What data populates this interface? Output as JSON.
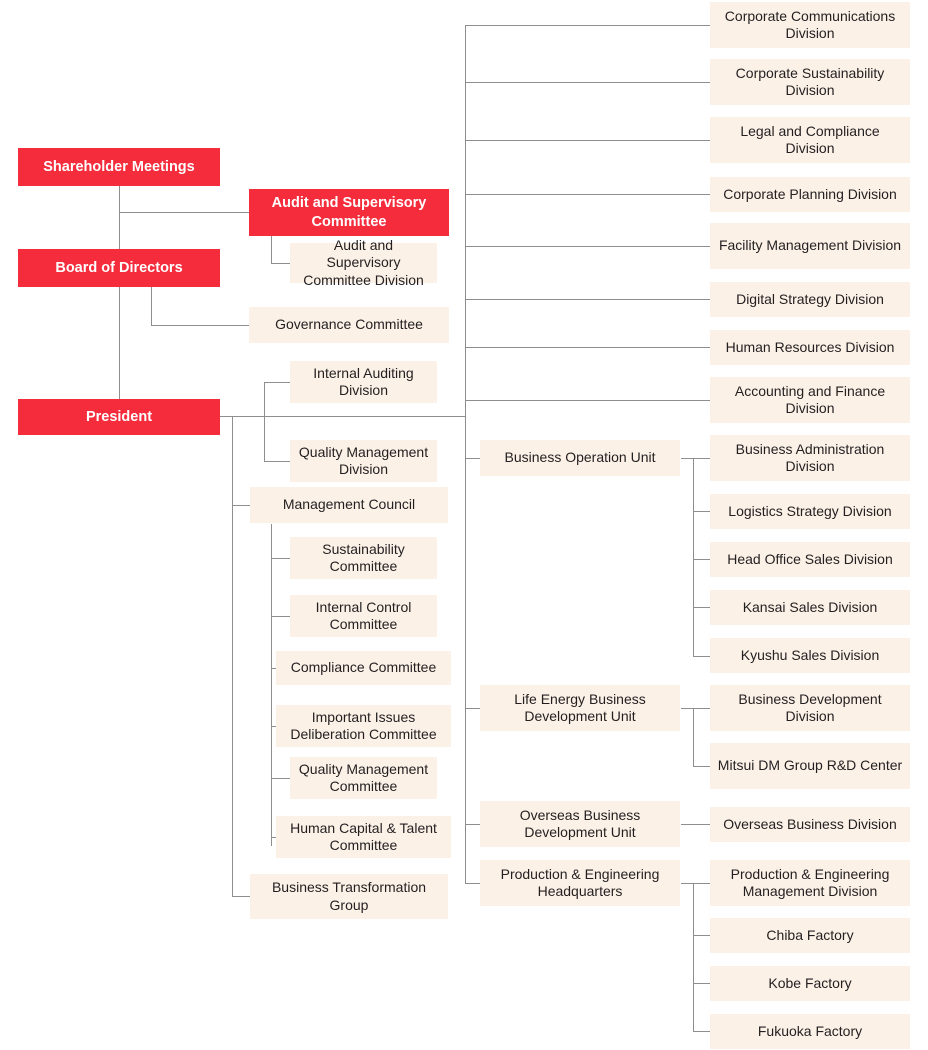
{
  "meta": {
    "title": "Corporate Organization Chart",
    "colors": {
      "primary_red": "#f42c3c",
      "box_beige": "#fbf1e7",
      "line_gray": "#8e8e8e",
      "text_dark": "#231f20",
      "text_light": "#ffffff",
      "background": "#ffffff"
    }
  },
  "governance": {
    "shareholder_meetings": "Shareholder Meetings",
    "board_of_directors": "Board of Directors",
    "president": "President",
    "audit_supervisory_committee": "Audit and Supervisory Committee",
    "audit_supervisory_committee_division": "Audit and Supervisory Committee Division",
    "governance_committee": "Governance Committee"
  },
  "president_direct": {
    "internal_auditing_division": "Internal Auditing Division",
    "quality_management_division": "Quality Management Division",
    "management_council": "Management Council",
    "business_transformation_group": "Business Transformation Group"
  },
  "management_council_committees": [
    {
      "label": "Sustainability Committee"
    },
    {
      "label": "Internal Control Committee"
    },
    {
      "label": "Compliance Committee"
    },
    {
      "label": "Important Issues Deliberation Committee"
    },
    {
      "label": "Quality Management Committee"
    },
    {
      "label": "Human Capital & Talent Committee"
    }
  ],
  "corporate_divisions": [
    {
      "label": "Corporate Communications Division"
    },
    {
      "label": "Corporate Sustainability Division"
    },
    {
      "label": "Legal and Compliance Division"
    },
    {
      "label": "Corporate Planning Division"
    },
    {
      "label": "Facility Management Division"
    },
    {
      "label": "Digital Strategy Division"
    },
    {
      "label": "Human Resources Division"
    },
    {
      "label": "Accounting and Finance Division"
    }
  ],
  "units": [
    {
      "label": "Business Operation Unit",
      "children": [
        {
          "label": "Business Administration Division"
        },
        {
          "label": "Logistics Strategy Division"
        },
        {
          "label": "Head Office Sales Division"
        },
        {
          "label": "Kansai Sales Division"
        },
        {
          "label": "Kyushu Sales Division"
        }
      ]
    },
    {
      "label": "Life Energy Business Development Unit",
      "children": [
        {
          "label": "Business Development Division"
        },
        {
          "label": "Mitsui DM Group R&D Center"
        }
      ]
    },
    {
      "label": "Overseas Business Development Unit",
      "children": [
        {
          "label": "Overseas Business Division"
        }
      ]
    },
    {
      "label": "Production & Engineering Headquarters",
      "children": [
        {
          "label": "Production & Engineering Management Division"
        },
        {
          "label": "Chiba Factory"
        },
        {
          "label": "Kobe Factory"
        },
        {
          "label": "Fukuoka Factory"
        }
      ]
    }
  ]
}
